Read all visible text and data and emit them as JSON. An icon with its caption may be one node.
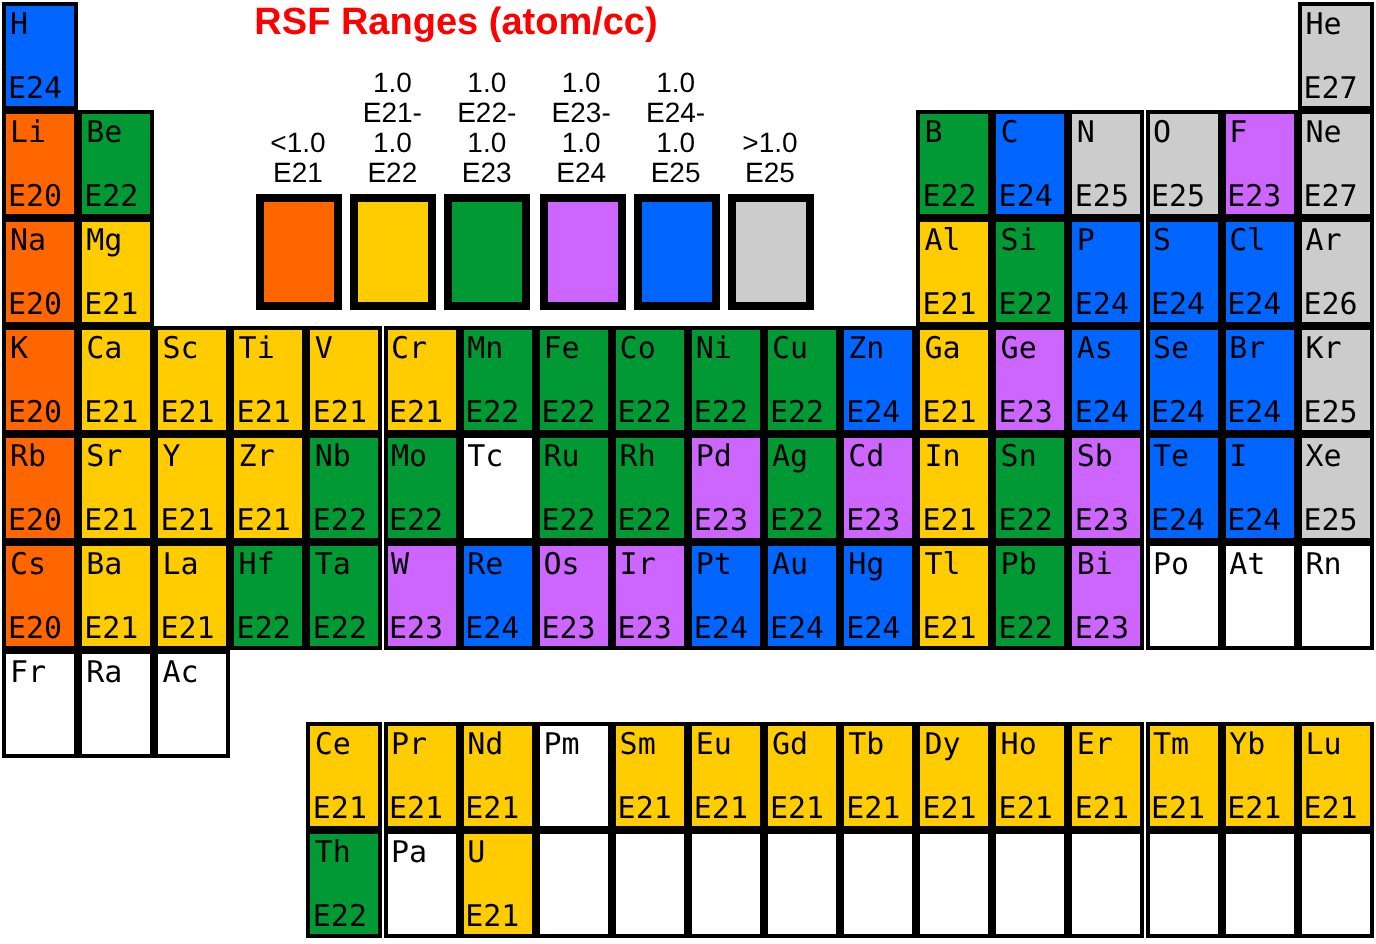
{
  "diagram": {
    "title": "RSF Ranges (atom/cc)",
    "nodes": [
      {
        "text": [
          "H",
          "E24"
        ]
      },
      {
        "text": [
          "He",
          "E27"
        ]
      },
      {
        "text": [
          "Li",
          "E20"
        ]
      },
      {
        "text": [
          "Be",
          "E22"
        ]
      },
      {
        "text": [
          "B",
          "E22"
        ]
      },
      {
        "text": [
          "C",
          "E24"
        ]
      },
      {
        "text": [
          "N",
          "E25"
        ]
      },
      {
        "text": [
          "O",
          "E25"
        ]
      },
      {
        "text": [
          "F",
          "E23"
        ]
      },
      {
        "text": [
          "Ne",
          "E27"
        ]
      },
      {
        "text": [
          "Na",
          "E20"
        ]
      },
      {
        "text": [
          "Mg",
          "E21"
        ]
      },
      {
        "text": [
          "Al",
          "E21"
        ]
      },
      {
        "text": [
          "Si",
          "E22"
        ]
      },
      {
        "text": [
          "P",
          "E24"
        ]
      },
      {
        "text": [
          "S",
          "E24"
        ]
      },
      {
        "text": [
          "Cl",
          "E24"
        ]
      },
      {
        "text": [
          "Ar",
          "E26"
        ]
      },
      {
        "text": [
          "K",
          "E20"
        ]
      },
      {
        "text": [
          "Ca",
          "E21"
        ]
      },
      {
        "text": [
          "Sc",
          "E21"
        ]
      },
      {
        "text": [
          "Ti",
          "E21"
        ]
      },
      {
        "text": [
          "V",
          "E21"
        ]
      },
      {
        "text": [
          "Cr",
          "E21"
        ]
      },
      {
        "text": [
          "Mn",
          "E22"
        ]
      },
      {
        "text": [
          "Fe",
          "E22"
        ]
      },
      {
        "text": [
          "Co",
          "E22"
        ]
      },
      {
        "text": [
          "Ni",
          "E22"
        ]
      },
      {
        "text": [
          "Cu",
          "E22"
        ]
      },
      {
        "text": [
          "Zn",
          "E24"
        ]
      },
      {
        "text": [
          "Ga",
          "E21"
        ]
      },
      {
        "text": [
          "Ge",
          "E23"
        ]
      },
      {
        "text": [
          "As",
          "E24"
        ]
      },
      {
        "text": [
          "Se",
          "E24"
        ]
      },
      {
        "text": [
          "Br",
          "E24"
        ]
      },
      {
        "text": [
          "Kr",
          "E25"
        ]
      },
      {
        "text": [
          "Rb",
          "E20"
        ]
      },
      {
        "text": [
          "Sr",
          "E21"
        ]
      },
      {
        "text": [
          "Y",
          "E21"
        ]
      },
      {
        "text": [
          "Zr",
          "E21"
        ]
      },
      {
        "text": [
          "Nb",
          "E22"
        ]
      },
      {
        "text": [
          "Mo",
          "E22"
        ]
      },
      {
        "text": [
          "Tc"
        ]
      },
      {
        "text": [
          "Ru",
          "E22"
        ]
      },
      {
        "text": [
          "Rh",
          "E22"
        ]
      },
      {
        "text": [
          "Pd",
          "E23"
        ]
      },
      {
        "text": [
          "Ag",
          "E22"
        ]
      },
      {
        "text": [
          "Cd",
          "E23"
        ]
      },
      {
        "text": [
          "In",
          "E21"
        ]
      },
      {
        "text": [
          "Sn",
          "E22"
        ]
      },
      {
        "text": [
          "Sb",
          "E23"
        ]
      },
      {
        "text": [
          "Te",
          "E24"
        ]
      },
      {
        "text": [
          "I",
          "E24"
        ]
      },
      {
        "text": [
          "Xe",
          "E25"
        ]
      },
      {
        "text": [
          "Cs",
          "E20"
        ]
      },
      {
        "text": [
          "Ba",
          "E21"
        ]
      },
      {
        "text": [
          "La",
          "E21"
        ]
      },
      {
        "text": [
          "Hf",
          "E22"
        ]
      },
      {
        "text": [
          "Ta",
          "E22"
        ]
      },
      {
        "text": [
          "W",
          "E23"
        ]
      },
      {
        "text": [
          "Re",
          "E24"
        ]
      },
      {
        "text": [
          "Os",
          "E23"
        ]
      },
      {
        "text": [
          "Ir",
          "E23"
        ]
      },
      {
        "text": [
          "Pt",
          "E24"
        ]
      },
      {
        "text": [
          "Au",
          "E24"
        ]
      },
      {
        "text": [
          "Hg",
          "E24"
        ]
      },
      {
        "text": [
          "Tl",
          "E21"
        ]
      },
      {
        "text": [
          "Pb",
          "E22"
        ]
      },
      {
        "text": [
          "Bi",
          "E23"
        ]
      },
      {
        "text": [
          "Po"
        ]
      },
      {
        "text": [
          "At"
        ]
      },
      {
        "text": [
          "Rn"
        ]
      },
      {
        "text": [
          "Fr"
        ]
      },
      {
        "text": [
          "Ra"
        ]
      },
      {
        "text": [
          "Ac"
        ]
      },
      {
        "text": [
          "Ce",
          "E21"
        ]
      },
      {
        "text": [
          "Pr",
          "E21"
        ]
      },
      {
        "text": [
          "Nd",
          "E21"
        ]
      },
      {
        "text": [
          "Pm"
        ]
      },
      {
        "text": [
          "Sm",
          "E21"
        ]
      },
      {
        "text": [
          "Eu",
          "E21"
        ]
      },
      {
        "text": [
          "Gd",
          "E21"
        ]
      },
      {
        "text": [
          "Tb",
          "E21"
        ]
      },
      {
        "text": [
          "Dy",
          "E21"
        ]
      },
      {
        "text": [
          "Ho",
          "E21"
        ]
      },
      {
        "text": [
          "Er",
          "E21"
        ]
      },
      {
        "text": [
          "Tm",
          "E21"
        ]
      },
      {
        "text": [
          "Yb",
          "E21"
        ]
      },
      {
        "text": [
          "Lu",
          "E21"
        ]
      },
      {
        "text": [
          "Th",
          "E22"
        ]
      },
      {
        "text": [
          "Pa"
        ]
      },
      {
        "text": [
          "U",
          "E21"
        ]
      },
      {
        "text": [],
        "shape": "box"
      },
      {
        "text": [],
        "shape": "box"
      },
      {
        "text": [],
        "shape": "box"
      },
      {
        "text": [],
        "shape": "box"
      },
      {
        "text": [],
        "shape": "box"
      },
      {
        "text": [],
        "shape": "box"
      },
      {
        "text": [],
        "shape": "box"
      },
      {
        "text": [],
        "shape": "box"
      },
      {
        "text": [],
        "shape": "box"
      },
      {
        "text": [],
        "shape": "box"
      },
      {
        "text": [],
        "shape": "box"
      }
    ],
    "legend": [
      {
        "text": "<1.0 E21",
        "color": "#ff6600"
      },
      {
        "text": "1.0 E21- 1.0 E22",
        "color": "#ffcc00"
      },
      {
        "text": "1.0 E22- 1.0 E23",
        "color": "#009933"
      },
      {
        "text": "1.0 E23- 1.0 E24",
        "color": "#cc66ff"
      },
      {
        "text": "1.0 E24- 1.0 E25",
        "color": "#0066ff"
      },
      {
        "text": ">1.0 E25",
        "color": "#cccccc"
      }
    ]
  }
}
